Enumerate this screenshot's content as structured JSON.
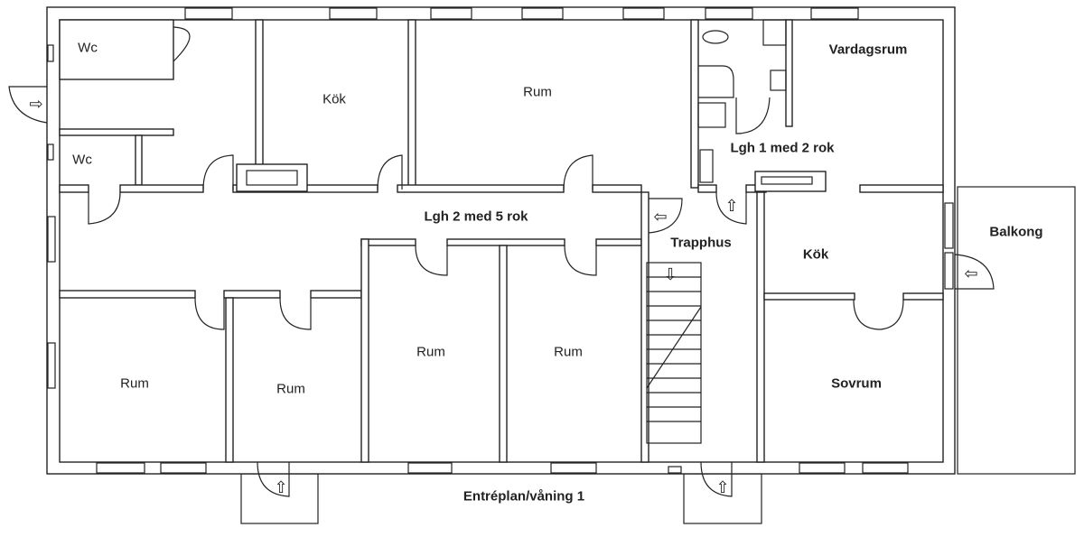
{
  "plan": {
    "title": "Entréplan/våning 1",
    "apartments": {
      "lgh2": "Lgh 2 med 5 rok",
      "lgh1": "Lgh 1 med 2 rok"
    },
    "rooms": {
      "wc_upper": "Wc",
      "wc_lower": "Wc",
      "kok_left": "Kök",
      "rum_top": "Rum",
      "vardagsrum": "Vardagsrum",
      "trapphus": "Trapphus",
      "kok_right": "Kök",
      "balkong": "Balkong",
      "rum_bl1": "Rum",
      "rum_bl2": "Rum",
      "rum_bl3": "Rum",
      "rum_bl4": "Rum",
      "sovrum": "Sovrum"
    },
    "arrows": {
      "right": "⇨",
      "left": "⇦",
      "up": "⇧",
      "down": "⇩"
    }
  }
}
